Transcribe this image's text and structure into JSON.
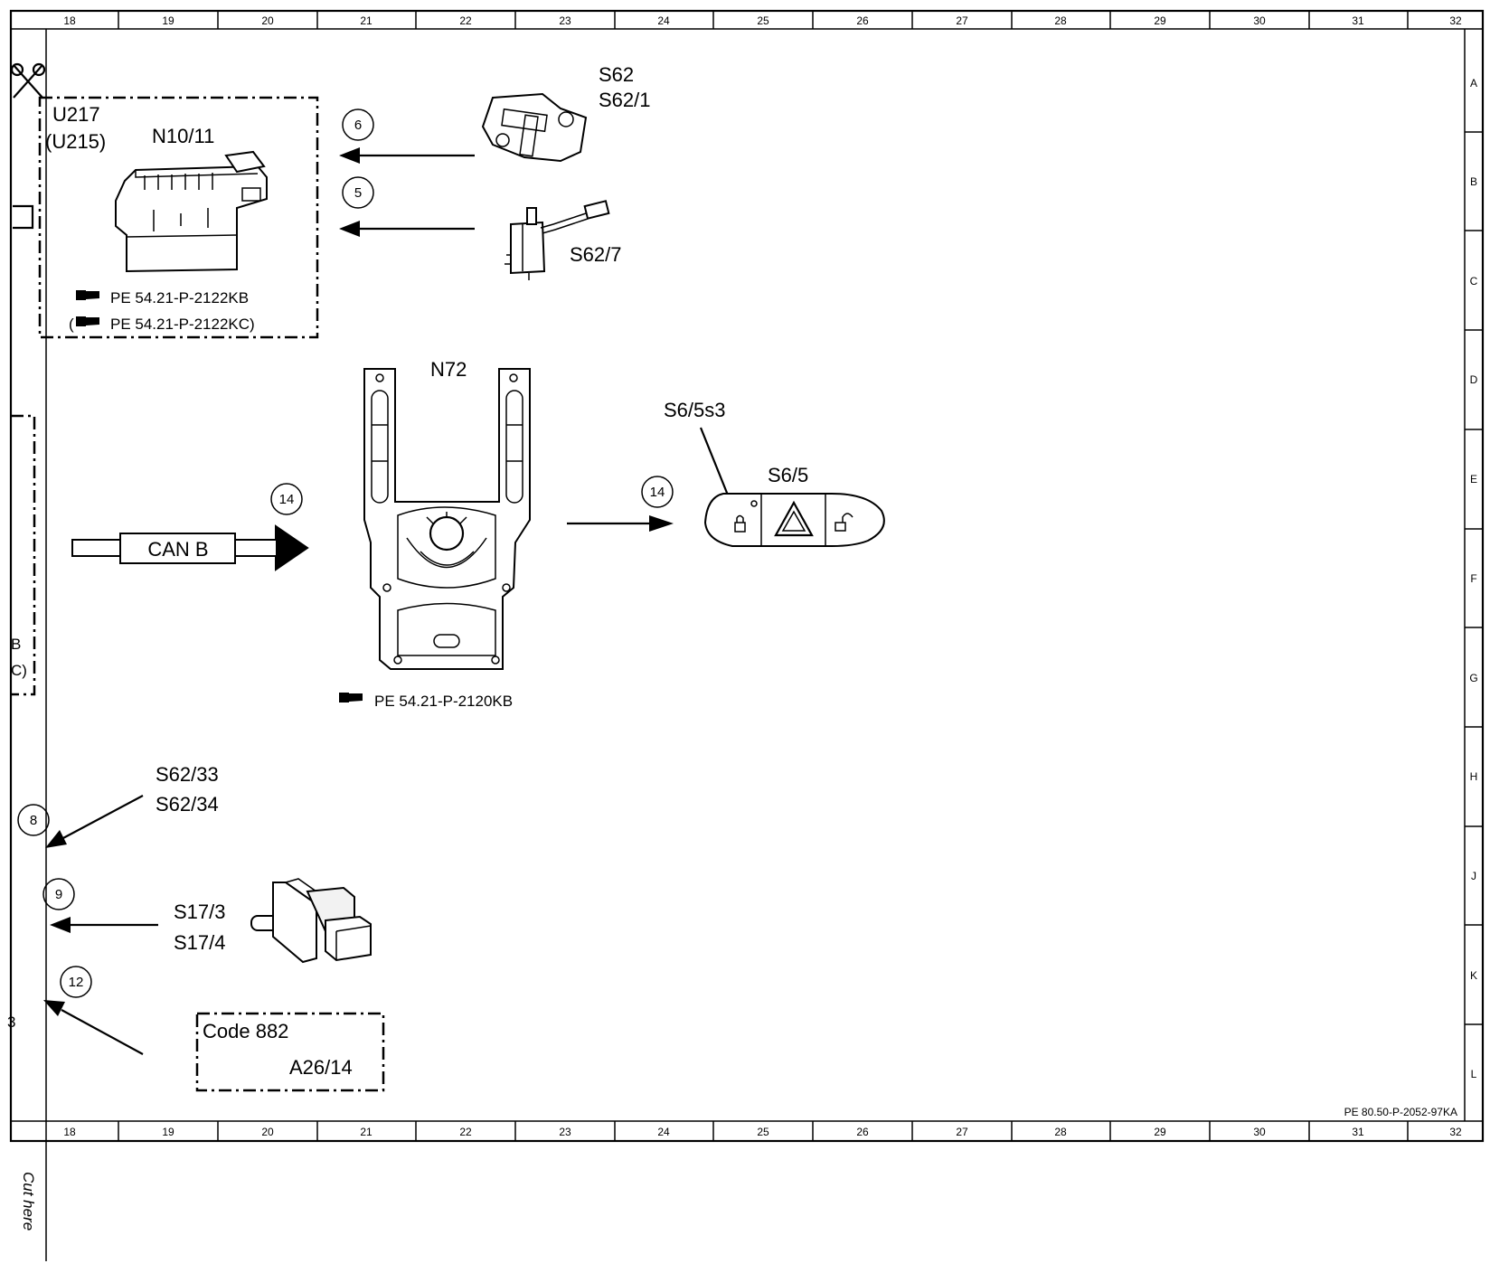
{
  "grid": {
    "columns": [
      "18",
      "19",
      "20",
      "21",
      "22",
      "23",
      "24",
      "25",
      "26",
      "27",
      "28",
      "29",
      "30",
      "31",
      "32"
    ],
    "rows": [
      "A",
      "B",
      "C",
      "D",
      "E",
      "F",
      "G",
      "H",
      "J",
      "K",
      "L"
    ]
  },
  "components": {
    "n10_11": {
      "module_label": "N10/11",
      "box_label_1": "U217",
      "box_label_2": "(U215)",
      "ref_1": "PE 54.21-P-2122KB",
      "ref_2_open": "(",
      "ref_2": "PE 54.21-P-2122KC)"
    },
    "s62": {
      "label_1": "S62",
      "label_2": "S62/1"
    },
    "s62_7": {
      "label": "S62/7"
    },
    "n72": {
      "label": "N72",
      "ref": "PE 54.21-P-2120KB"
    },
    "can_b": {
      "label": "CAN B"
    },
    "s6_5": {
      "label": "S6/5",
      "sub_label": "S6/5s3"
    },
    "s62_33": {
      "label_1": "S62/33",
      "label_2": "S62/34"
    },
    "s17": {
      "label_1": "S17/3",
      "label_2": "S17/4"
    },
    "a26_14": {
      "code_label": "Code 882",
      "label": "A26/14"
    }
  },
  "signals": {
    "sig6": "6",
    "sig5": "5",
    "sig14a": "14",
    "sig14b": "14",
    "sig8": "8",
    "sig9": "9",
    "sig12": "12"
  },
  "left_fragments": {
    "frag_b": "B",
    "frag_c": "C)",
    "frag_3": "3"
  },
  "footer": {
    "drawing_ref": "PE 80.50-P-2052-97KA",
    "cut_here": "Cut here"
  }
}
